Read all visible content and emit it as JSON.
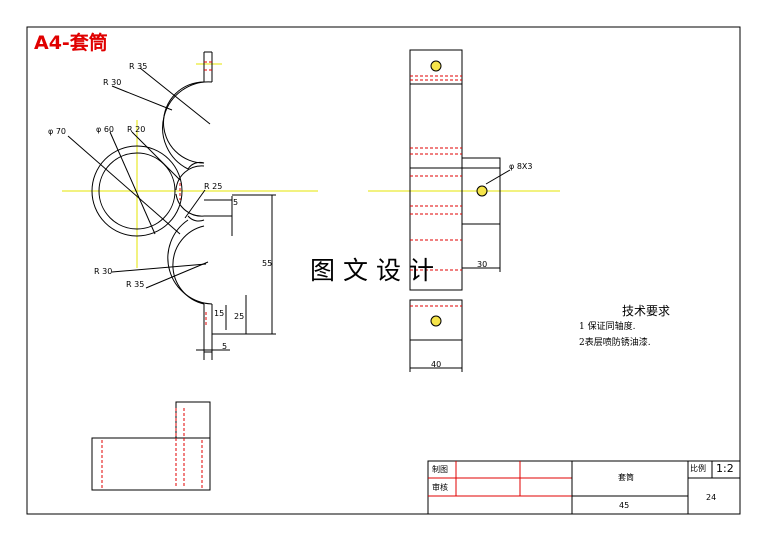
{
  "sheet": {
    "title": "A4-套筒",
    "watermark": "图文设计"
  },
  "dimensions": {
    "r35_top": "R 35",
    "r30_top": "R 30",
    "d70": "φ 70",
    "d60": "φ 60",
    "r20": "R 20",
    "r25": "R 25",
    "gap5": "5",
    "h55": "55",
    "r30_bottom": "R 30",
    "r35_bottom": "R 35",
    "h15": "15",
    "h25": "25",
    "w5": "5",
    "hole": "φ 8X3",
    "w30": "30",
    "w40": "40"
  },
  "requirements": {
    "title": "技术要求",
    "items": [
      "1 保证同轴度.",
      "2表层喷防锈油漆."
    ]
  },
  "title_block": {
    "drawn_label": "制图",
    "checked_label": "审核",
    "part_name": "套筒",
    "scale_label": "比例",
    "scale_value": "1:2",
    "material_code": "45",
    "sheet_code": "24"
  },
  "colors": {
    "outline": "#000000",
    "hidden": "#e00000",
    "center": "#e6e600",
    "border": "#000000"
  }
}
